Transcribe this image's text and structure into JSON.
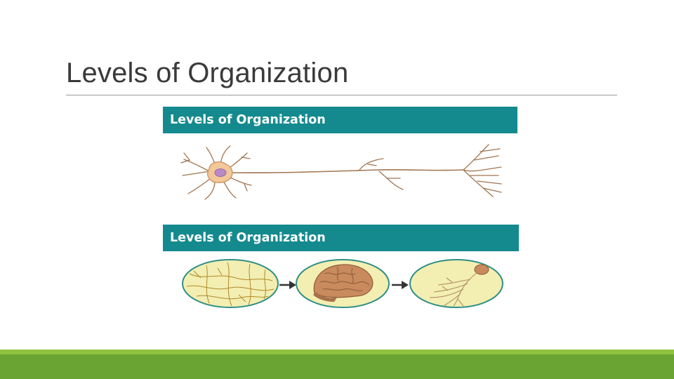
{
  "slide": {
    "title": "Levels of Organization"
  },
  "figure": {
    "banner_top": "Levels of Organization",
    "banner_bottom": "Levels of Organization"
  },
  "icons": [
    "neuron-illustration-icon",
    "nerve-tissue-icon",
    "brain-icon",
    "nervous-system-icon",
    "arrow-right-icon"
  ],
  "colors": {
    "banner": "#148a8e",
    "accent_bar": "#6aa534",
    "accent_bar_light": "#8fc33f",
    "oval_fill": "#f3eeb2",
    "oval_border": "#2f8f86"
  }
}
